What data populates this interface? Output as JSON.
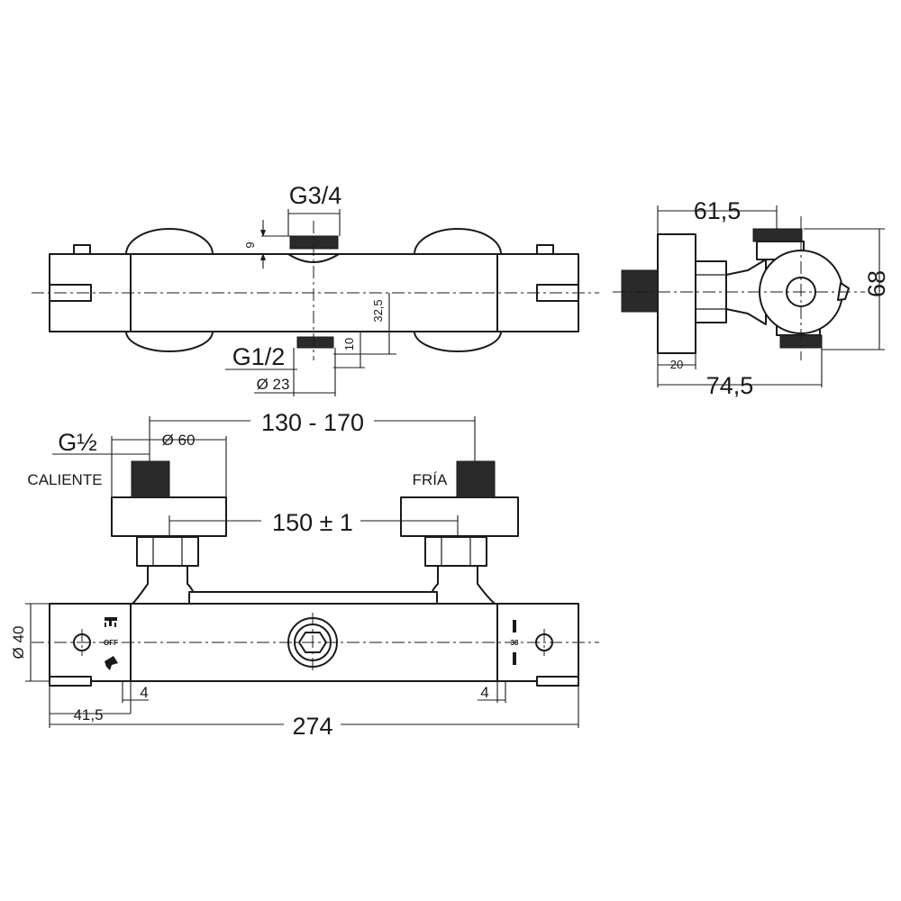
{
  "top_view": {
    "dim_g34": "G3/4",
    "dim_9": "9",
    "dim_32_5": "32,5",
    "dim_10": "10",
    "dim_g12": "G1/2",
    "dim_d23": "Ø 23"
  },
  "side_view": {
    "dim_61_5": "61,5",
    "dim_68": "68",
    "dim_20": "20",
    "dim_74_5": "74,5"
  },
  "front_view": {
    "dim_130_170": "130 - 170",
    "dim_g_half": "G½",
    "dim_d60": "Ø 60",
    "label_hot": "CALIENTE",
    "label_cold": "FRÍA",
    "dim_150": "150 ± 1",
    "dim_d40": "Ø 40",
    "dim_4_left": "4",
    "dim_4_right": "4",
    "dim_41_5": "41,5",
    "dim_274": "274",
    "knob_off": "OFF",
    "knob_temp": "38"
  },
  "icons": {
    "shower_head": "shower-head-icon",
    "hand_shower": "hand-shower-icon"
  }
}
